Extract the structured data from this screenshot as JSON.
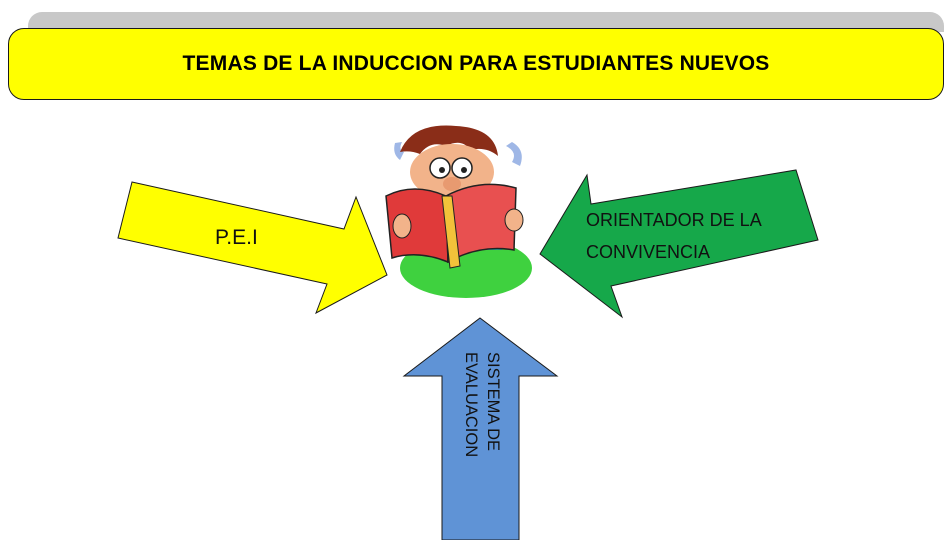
{
  "title": "TEMAS DE LA INDUCCION PARA ESTUDIANTES NUEVOS",
  "arrows": {
    "pei": "P.E.I",
    "orientador_line1": "ORIENTADOR DE LA",
    "orientador_line2": "CONVIVENCIA",
    "evaluacion": "SISTEMA DE EVALUACION"
  },
  "colors": {
    "title_bg": "#ffff00",
    "pei_arrow": "#ffff00",
    "orientador_arrow": "#16a84a",
    "evaluacion_arrow": "#5f93d6"
  },
  "center_image": "student-reading-book-icon"
}
